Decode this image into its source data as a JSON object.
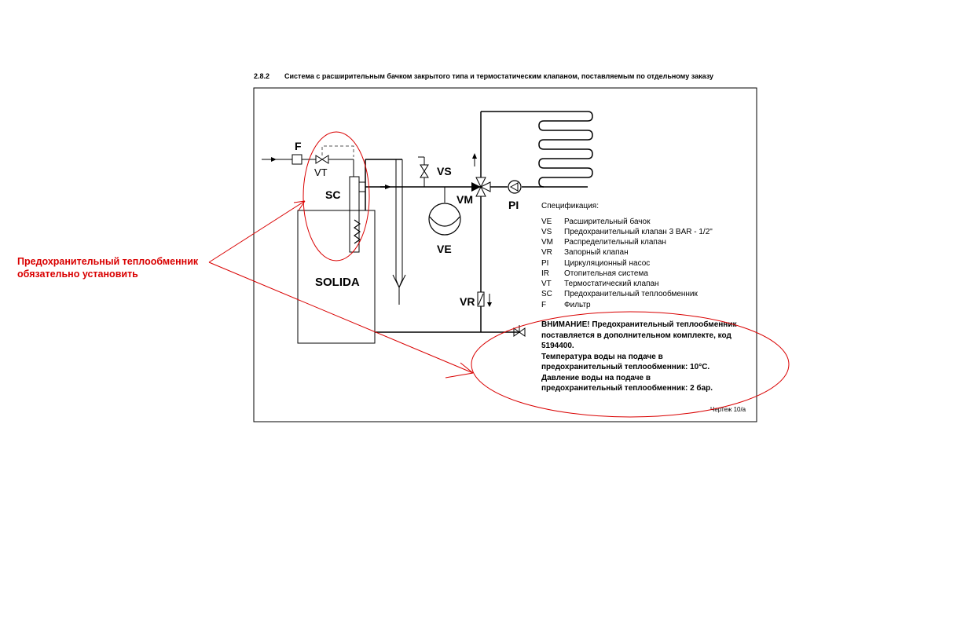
{
  "section": {
    "number": "2.8.2",
    "title": "Система с расширительным бачком закрытого типа и термостатическим клапаном, поставляемым по отдельному заказу"
  },
  "labels": {
    "f": "F",
    "vt": "VT",
    "sc": "SC",
    "vs": "VS",
    "vm": "VM",
    "pi": "PI",
    "ve": "VE",
    "vr": "VR",
    "boiler": "SOLIDA"
  },
  "spec": {
    "title": "Спецификация:",
    "items": [
      {
        "code": "VE",
        "desc": "Расширительный бачок"
      },
      {
        "code": "VS",
        "desc": "Предохранительный клапан 3 BAR - 1/2\""
      },
      {
        "code": "VM",
        "desc": "Распределительный клапан"
      },
      {
        "code": "VR",
        "desc": "Запорный клапан"
      },
      {
        "code": "PI",
        "desc": "Циркуляционный насос"
      },
      {
        "code": "IR",
        "desc": "Отопительная система"
      },
      {
        "code": "VT",
        "desc": " Термостатический клапан"
      },
      {
        "code": "SC",
        "desc": "Предохранительный теплообменник"
      },
      {
        "code": "F",
        "desc": "Фильтр"
      }
    ]
  },
  "warning": {
    "lines": [
      "ВНИМАНИЕ! Предохранительный теплообменник",
      "поставляется в дополнительном комплекте, код",
      "5194400.",
      "Температура воды на подаче в",
      "предохранительный теплообменник: 10°C.",
      "Давление воды на подаче в",
      "предохранительный теплообменник: 2 бар."
    ]
  },
  "drawing_ref": "Чертеж 10/а",
  "annotation": {
    "line1": "Предохранительный теплообменник",
    "line2": "обязательно установить",
    "color": "#d90000"
  }
}
